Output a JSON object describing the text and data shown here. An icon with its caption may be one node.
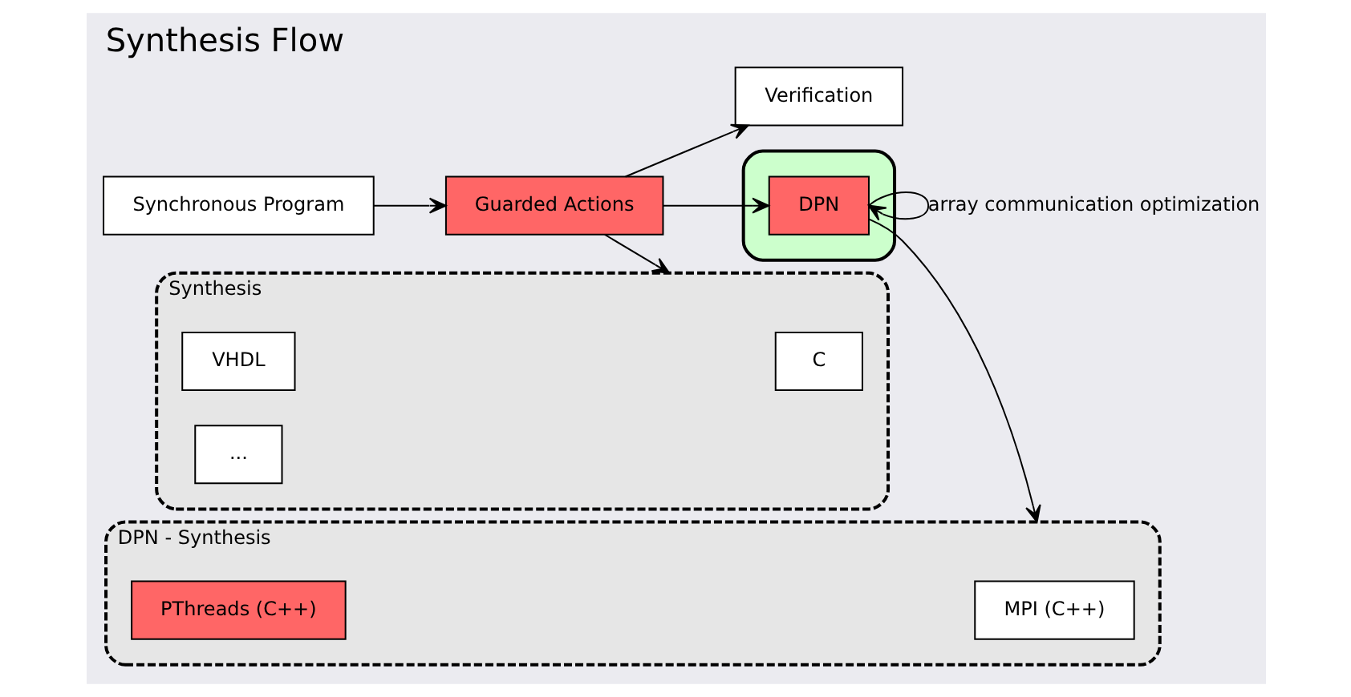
{
  "diagram": {
    "title": "Synthesis Flow",
    "nodes": [
      {
        "text": [
          "Synchronous Program"
        ]
      },
      {
        "text": [
          "Verification"
        ]
      },
      {
        "text": [
          "Guarded Actions"
        ]
      },
      {
        "text": [
          "Synthesis"
        ]
      },
      {
        "text": [
          "C"
        ],
        "in": 3
      },
      {
        "text": [
          "VHDL"
        ],
        "in": 3
      },
      {
        "text": [
          "..."
        ],
        "in": 3
      },
      {
        "text": [],
        "shape": "box"
      },
      {
        "text": [
          "DPN"
        ],
        "in": 7
      },
      {
        "text": [
          "DPN - Synthesis"
        ]
      },
      {
        "text": [
          "MPI (C++)"
        ],
        "in": 9
      },
      {
        "text": [
          "PThreads (C++)"
        ],
        "in": 9
      }
    ],
    "edges": [
      {
        "from": 0,
        "to": 2,
        "arrow": "to"
      },
      {
        "from": 2,
        "to": 1,
        "arrow": "to"
      },
      {
        "from": 2,
        "to": 3,
        "arrow": "to"
      },
      {
        "from": 2,
        "to": 8,
        "arrow": "to"
      },
      {
        "from": 8,
        "to": 8,
        "arrow": "to",
        "label": "array communication optimization"
      },
      {
        "from": 8,
        "to": 9,
        "arrow": "to"
      }
    ]
  }
}
